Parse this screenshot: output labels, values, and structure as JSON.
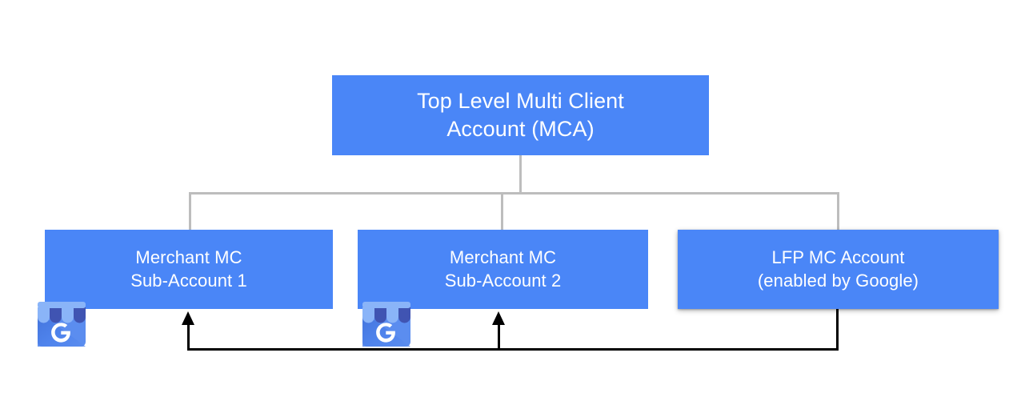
{
  "diagram": {
    "title_node": {
      "name": "top-level-mca",
      "label": "Top Level Multi Client\nAccount (MCA)"
    },
    "child_nodes": [
      {
        "name": "merchant-mc-sub-account-1",
        "label": "Merchant MC\nSub-Account 1",
        "icon": "google-my-business-icon"
      },
      {
        "name": "merchant-mc-sub-account-2",
        "label": "Merchant MC\nSub-Account 2",
        "icon": "google-my-business-icon"
      },
      {
        "name": "lfp-mc-account",
        "label": "LFP MC Account\n(enabled by Google)",
        "icon": null
      }
    ],
    "colors": {
      "node_fill": "#4a86f7",
      "node_text": "#ffffff",
      "connector": "#bdbdbd",
      "feedback_line": "#000000",
      "background": "#ffffff",
      "gmb_awning_light": "#8ab4f8",
      "gmb_awning_dark": "#4054b2",
      "gmb_body": "#5b8def"
    },
    "connector_style": {
      "tree_lines": "grey orthogonal",
      "feedback_arrows": 2,
      "feedback_direction": "up"
    }
  }
}
